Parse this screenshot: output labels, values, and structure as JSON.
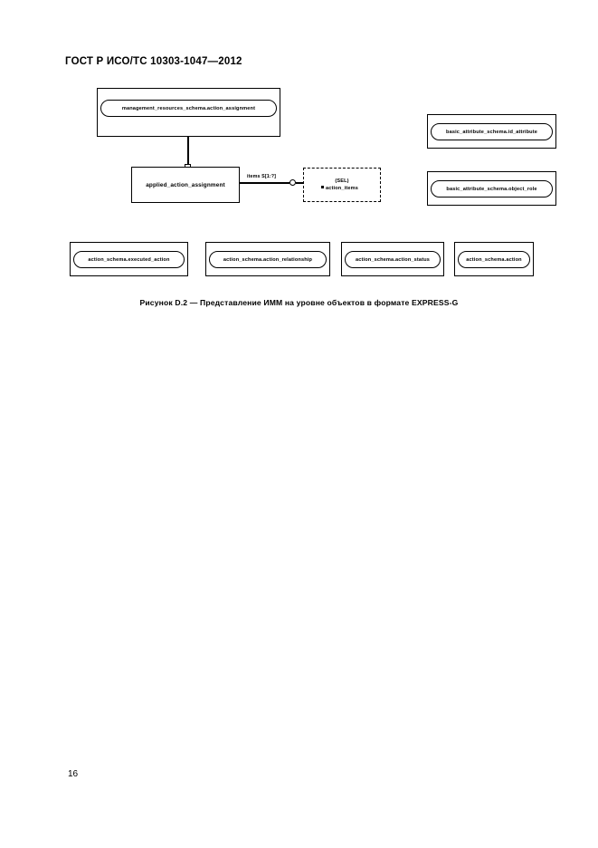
{
  "document": {
    "header": "ГОСТ Р ИСО/ТС 10303-1047—2012",
    "page_number": "16",
    "figure_caption": "Рисунок D.2 — Представление ИММ на уровне объектов в формате EXPRESS-G"
  },
  "diagram": {
    "type": "EXPRESS-G",
    "schema_references": [
      {
        "id": "management-resources-schema-action-assignment",
        "label": "management_resources_schema.action_assignment"
      },
      {
        "id": "basic-attribute-schema-id-attribute",
        "label": "basic_attribute_schema.id_attribute"
      },
      {
        "id": "basic-attribute-schema-object-role",
        "label": "basic_attribute_schema.object_role"
      },
      {
        "id": "action-schema-executed-action",
        "label": "action_schema.executed_action"
      },
      {
        "id": "action-schema-action-relationship",
        "label": "action_schema.action_relationship"
      },
      {
        "id": "action-schema-action-status",
        "label": "action_schema.action_status"
      },
      {
        "id": "action-schema-action",
        "label": "action_schema.action"
      }
    ],
    "entities": [
      {
        "id": "applied-action-assignment",
        "label": "applied_action_assignment"
      }
    ],
    "select_types": [
      {
        "id": "action-items",
        "tag": "(SEL)",
        "label": "action_items"
      }
    ],
    "relationships": [
      {
        "id": "items-relationship",
        "label": "items S[1:?]",
        "from": "applied_action_assignment",
        "to": "action_items"
      }
    ]
  }
}
